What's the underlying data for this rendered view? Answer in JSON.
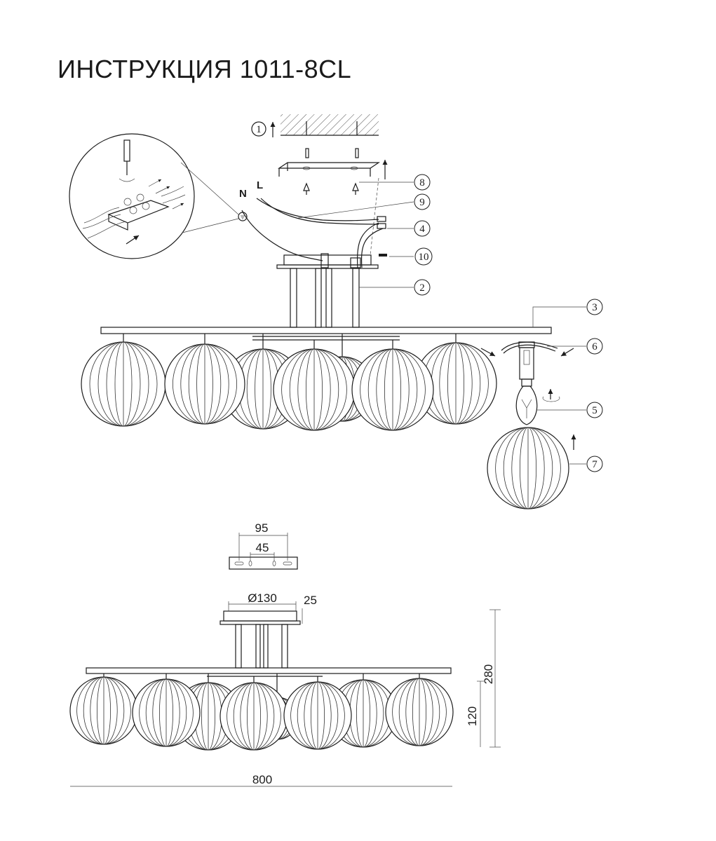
{
  "title": "ИНСТРУКЦИЯ 1011-8CL",
  "step_marker": "1",
  "wire_labels": {
    "neutral": "N",
    "live": "L"
  },
  "callouts": [
    "2",
    "3",
    "4",
    "5",
    "6",
    "7",
    "8",
    "9",
    "10"
  ],
  "dimensions": {
    "bracket_length": "95",
    "bracket_hole_spacing": "45",
    "canopy_diameter": "Ø130",
    "canopy_height": "25",
    "total_height": "280",
    "globe_height": "120",
    "total_width": "800"
  },
  "colors": {
    "line": "#1c1c1c",
    "hatch": "#555555",
    "background": "#ffffff"
  }
}
